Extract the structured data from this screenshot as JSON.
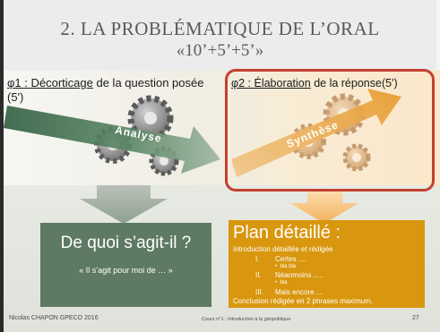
{
  "title": {
    "line1": "2. LA PROBLÉMATIQUE DE L’ORAL",
    "line2": "«10’+5’+5’»"
  },
  "left_header": {
    "phase": "φ1 : Décorticage",
    "rest": " de la question posée (5')"
  },
  "right_header": {
    "phase": "φ2 : Élaboration",
    "rest": " de la réponse(5')"
  },
  "arrows": {
    "left_label": "Analyse",
    "right_label": "Synthèse"
  },
  "left_box": {
    "question": "De quoi s’agit-il ?",
    "subtitle": "« Il s’agit pour moi de … »"
  },
  "right_box": {
    "title": "Plan détaillé :",
    "intro": "Introduction  détaillée et rédigée",
    "items": [
      {
        "num": "I.",
        "text": "Certes ....",
        "sub": "bla bla"
      },
      {
        "num": "II.",
        "text": "Néanmoins  .....",
        "sub": "bla"
      },
      {
        "num": "III.",
        "text": "Mais encore ...",
        "sub": ""
      }
    ],
    "conclusion": "Conclusion  rédigée en 2 phrases maximum."
  },
  "footer": {
    "author": "Nicolas CHAPON  GPECO 2016",
    "course": "Cours n°1 :  Introduction à la géopolitique",
    "page": "27"
  },
  "colors": {
    "accent_red": "#c3402f",
    "green_box": "#5e7a62",
    "orange_box": "#d8970e"
  }
}
